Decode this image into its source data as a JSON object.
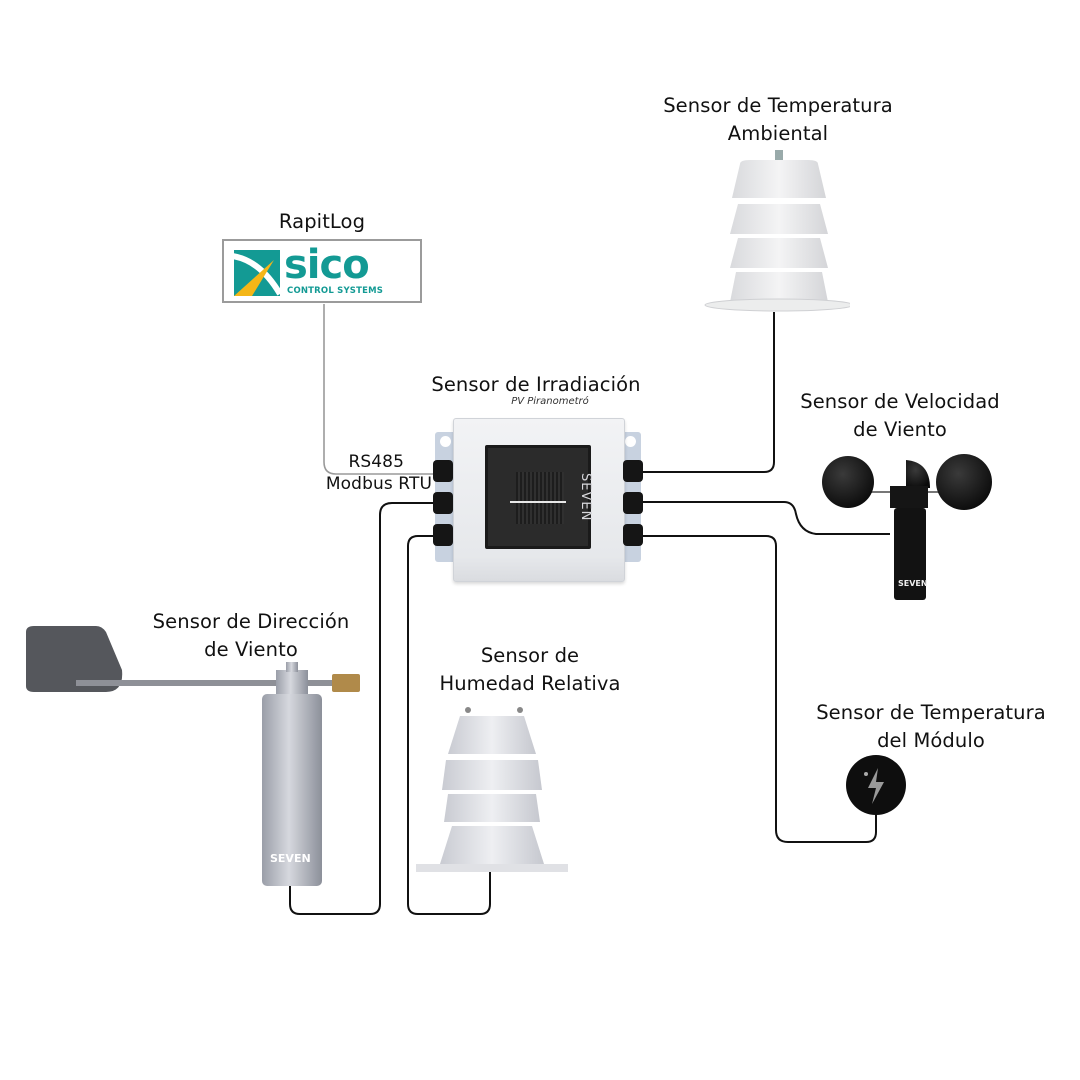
{
  "diagram": {
    "logger": {
      "label": "RapitLog",
      "logo_word": "sico",
      "logo_tagline": "CONTROL SYSTEMS",
      "colors": {
        "teal": "#139a94",
        "yellow": "#f4b617",
        "border": "#9b9b9b"
      }
    },
    "hub": {
      "label": "Sensor de Irradiación",
      "sublabel": "PV Piranometró",
      "brand": "SEVEN"
    },
    "link": {
      "protocol_line1": "RS485",
      "protocol_line2": "Modbus RTU"
    },
    "sensors": [
      {
        "id": "temp-ambient",
        "label_line1": "Sensor de Temperatura",
        "label_line2": "Ambiental"
      },
      {
        "id": "wind-speed",
        "label_line1": "Sensor de Velocidad",
        "label_line2": "de Viento",
        "brand": "SEVEN"
      },
      {
        "id": "module-temp",
        "label_line1": "Sensor de Temperatura",
        "label_line2": "del Módulo"
      },
      {
        "id": "wind-direction",
        "label_line1": "Sensor de Dirección",
        "label_line2": "de Viento",
        "brand": "SEVEN"
      },
      {
        "id": "humidity",
        "label_line1": "Sensor de",
        "label_line2": "Humedad Relativa"
      }
    ],
    "colors": {
      "cable": "#111111",
      "logger_cable": "#9a9a9a",
      "background": "#ffffff"
    }
  }
}
